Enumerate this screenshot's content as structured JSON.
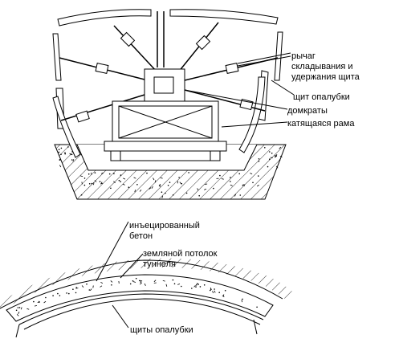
{
  "labels": {
    "lever_line1": "рычаг",
    "lever_line2": "складывания и",
    "lever_line3": "удержания щита",
    "formwork_shield": "щит опалубки",
    "jacks": "домкраты",
    "rolling_frame": "катящаяся рама",
    "injected_concrete_line1": "инъецированный",
    "injected_concrete_line2": "бетон",
    "earth_ceiling_line1": "земляной потолок",
    "earth_ceiling_line2": "туннеля",
    "formwork_shields": "щиты опалубки"
  },
  "colors": {
    "line": "#000000",
    "background": "#ffffff"
  }
}
